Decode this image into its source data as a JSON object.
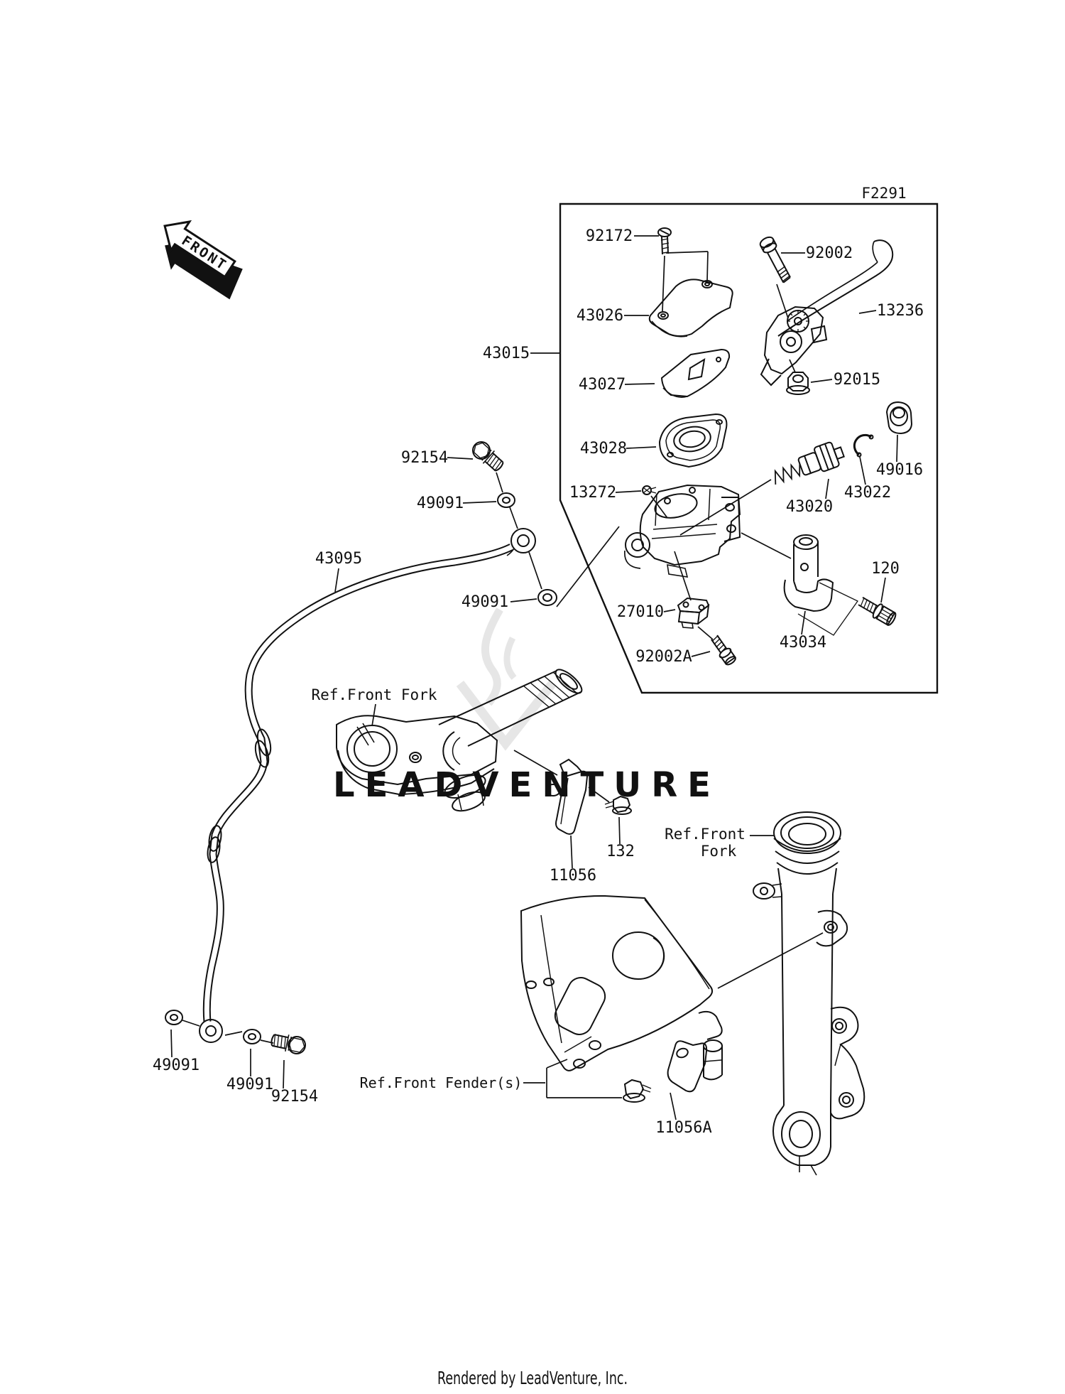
{
  "header": {
    "diagram_code": "F2291",
    "front_arrow_label": "FRONT"
  },
  "callouts": {
    "p92172": "92172",
    "p92002": "92002",
    "p43026": "43026",
    "p13236": "13236",
    "p43015": "43015",
    "p43027": "43027",
    "p92015": "92015",
    "p43028": "43028",
    "p49016": "49016",
    "p43022": "43022",
    "p13272": "13272",
    "p43020": "43020",
    "p92154": "92154",
    "p49091": "49091",
    "p43095": "43095",
    "p27010": "27010",
    "p120": "120",
    "p43034": "43034",
    "p92002a": "92002A",
    "p132": "132",
    "p11056": "11056",
    "p11056a": "11056A"
  },
  "references": {
    "front_fork_left": "Ref.Front Fork",
    "front_fork_right_line1": "Ref.Front",
    "front_fork_right_line2": "Fork",
    "front_fender": "Ref.Front Fender(s)"
  },
  "watermark": {
    "text": "LEADVENTURE"
  },
  "footer": {
    "credit": "Rendered by LeadVenture, Inc."
  },
  "colors": {
    "line": "#111111",
    "watermark": "#e3e3e3",
    "background": "#ffffff"
  },
  "parts_list": [
    "120",
    "132",
    "11056",
    "11056A",
    "13236",
    "13272",
    "27010",
    "43015",
    "43020",
    "43022",
    "43026",
    "43027",
    "43028",
    "43034",
    "43095",
    "49016",
    "49091",
    "92002",
    "92002A",
    "92015",
    "92154",
    "92172"
  ]
}
